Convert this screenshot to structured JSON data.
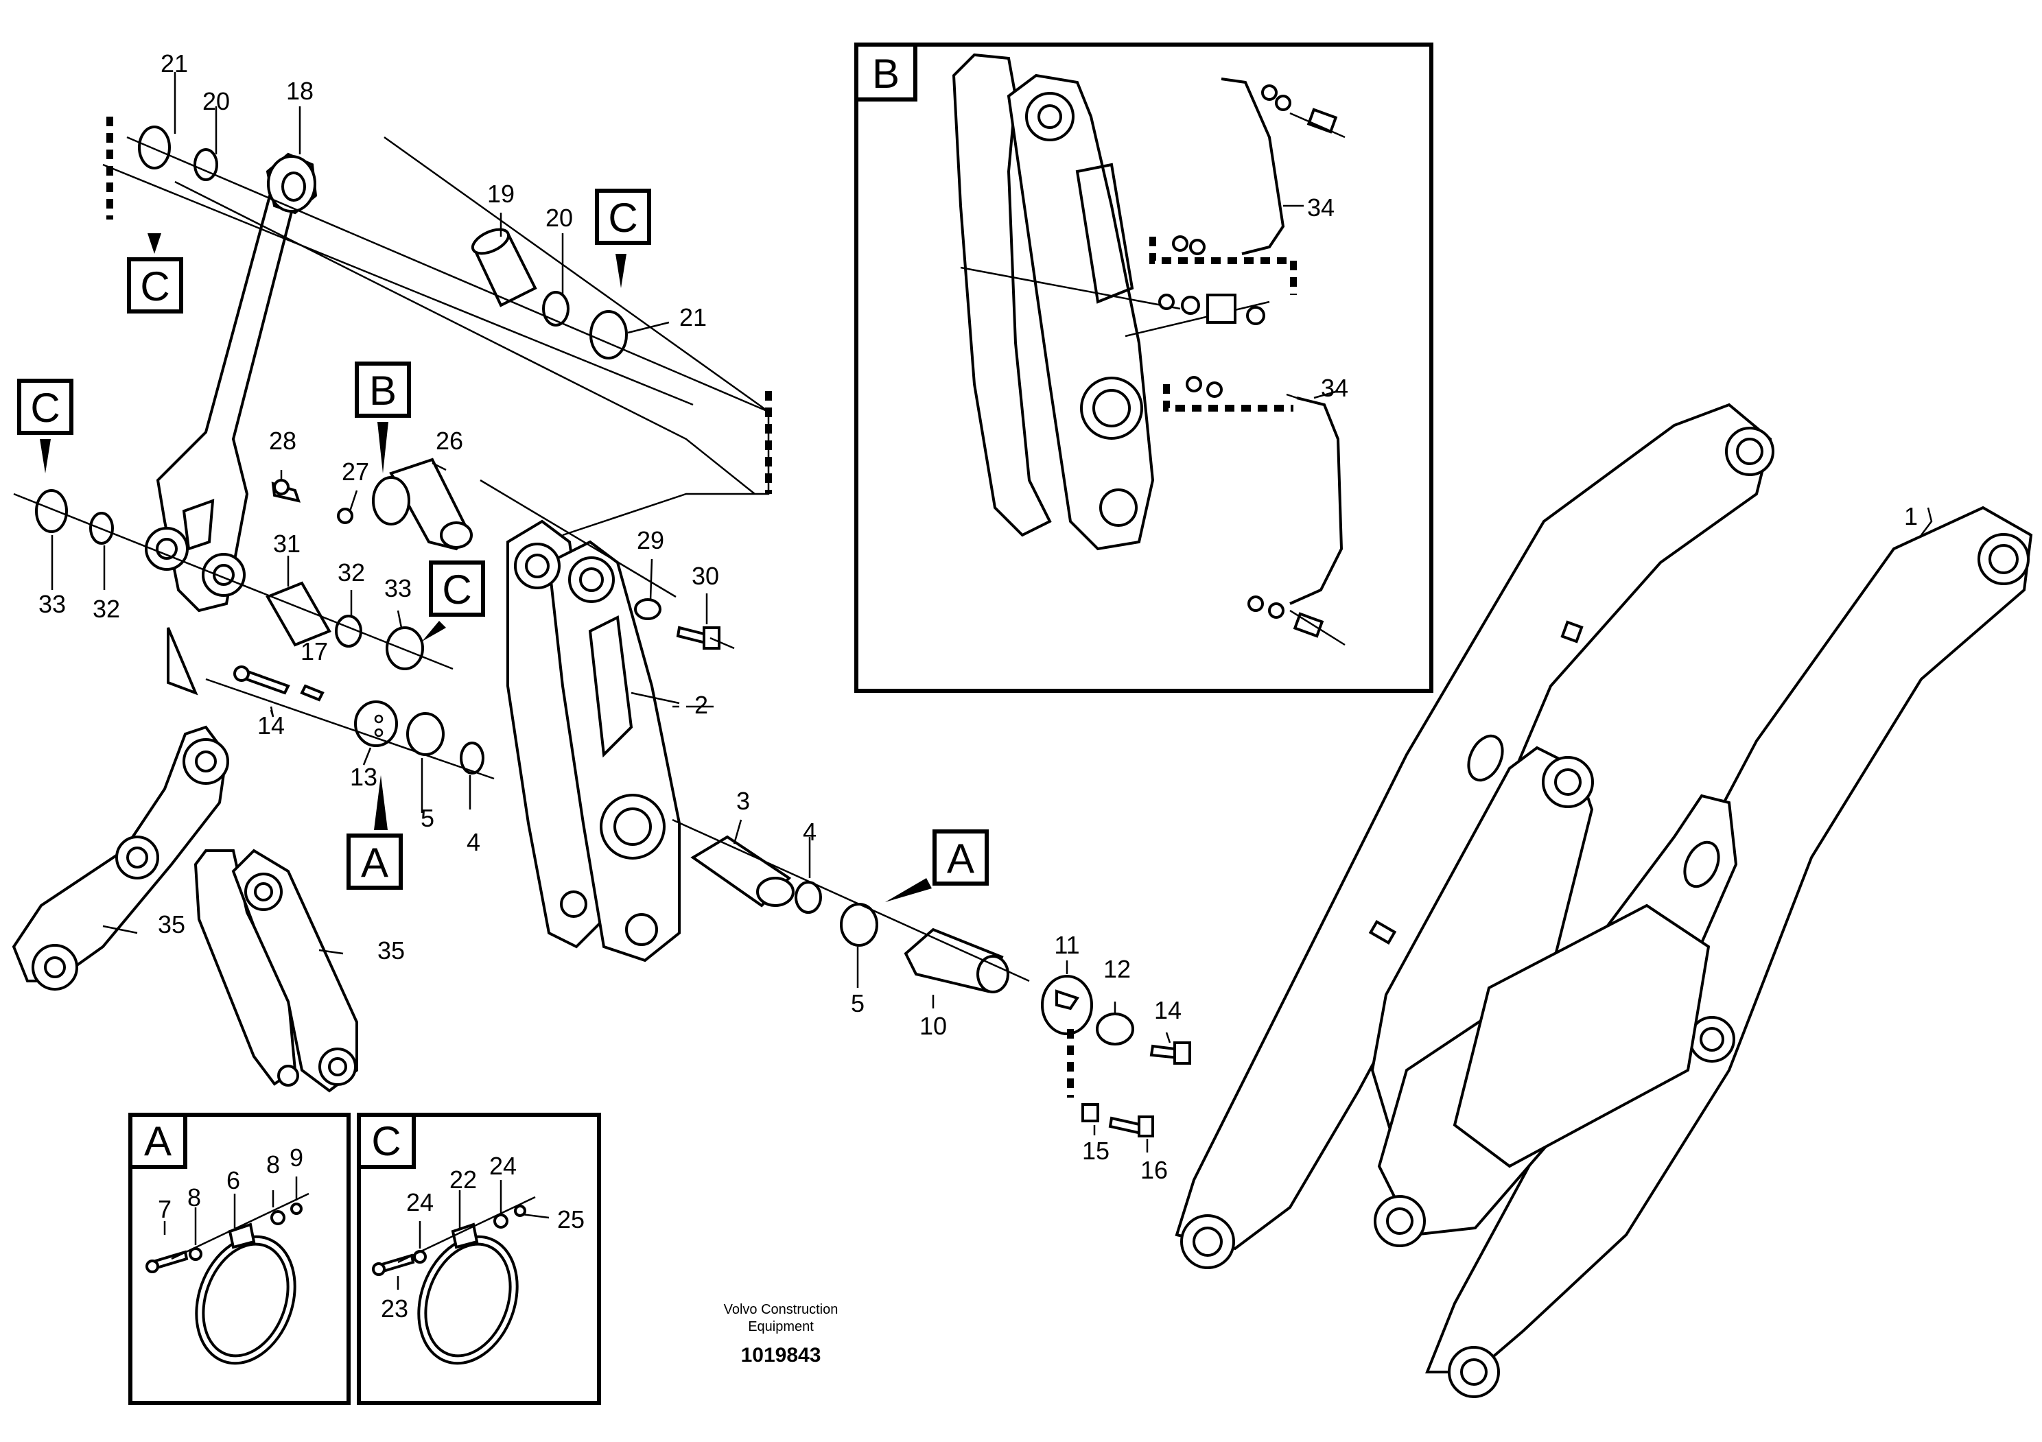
{
  "diagram": {
    "callouts": {
      "c1": "1",
      "c2": "2",
      "c3": "3",
      "c4a": "4",
      "c4b": "4",
      "c5a": "5",
      "c5b": "5",
      "c10": "10",
      "c11": "11",
      "c12": "12",
      "c13": "13",
      "c14a": "14",
      "c14b": "14",
      "c15": "15",
      "c16": "16",
      "c17": "17",
      "c18": "18",
      "c19": "19",
      "c20a": "20",
      "c20b": "20",
      "c21a": "21",
      "c21b": "21",
      "c26": "26",
      "c27": "27",
      "c28": "28",
      "c29": "29",
      "c30": "30",
      "c31": "31",
      "c32a": "32",
      "c32b": "32",
      "c33a": "33",
      "c33b": "33",
      "c34a": "34",
      "c34b": "34",
      "c35a": "35",
      "c35b": "35"
    },
    "reference_tags": {
      "tagA1": "A",
      "tagA2": "A",
      "tagB1": "B",
      "tagC1": "C",
      "tagC2": "C",
      "tagC3": "C"
    },
    "detail_boxes": {
      "detailA": {
        "label": "A",
        "callouts": {
          "d6": "6",
          "d7": "7",
          "d8a": "8",
          "d8b": "8",
          "d9": "9"
        }
      },
      "detailB": {
        "label": "B",
        "callouts": {
          "b34a": "34",
          "b34b": "34"
        }
      },
      "detailC": {
        "label": "C",
        "callouts": {
          "d22": "22",
          "d23": "23",
          "d24a": "24",
          "d24b": "24",
          "d25": "25"
        }
      }
    },
    "credit_line1": "Volvo Construction",
    "credit_line2": "Equipment",
    "document_number": "1019843"
  }
}
